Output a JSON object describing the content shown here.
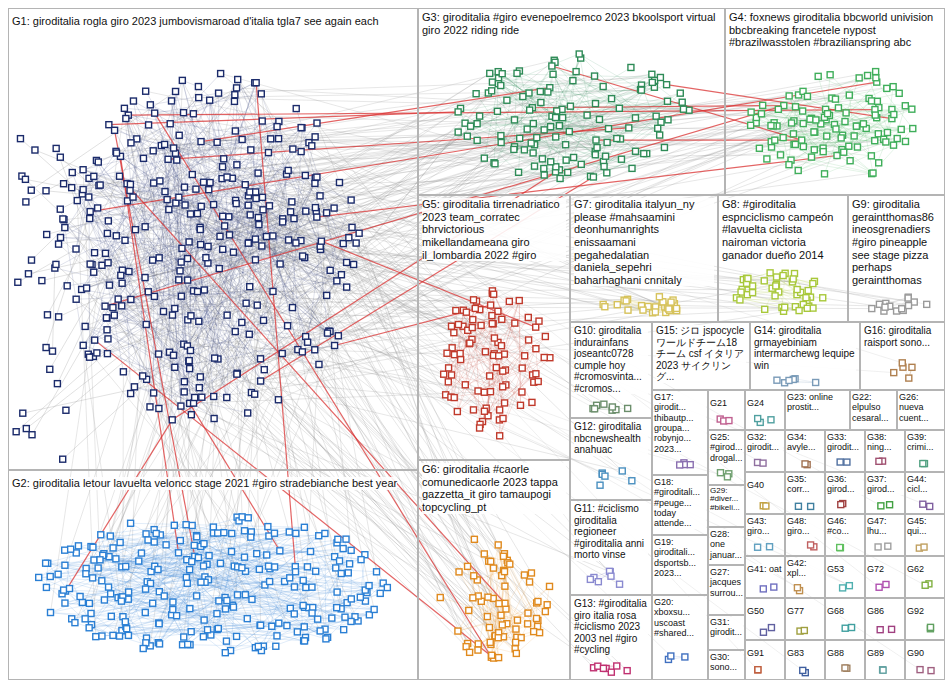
{
  "diagram": {
    "nodes": [
      {
        "text": [
          "G1: giroditalia rogla giro 2023 jumbovismaroad d'italia tgla7 see again each"
        ]
      },
      {
        "text": [
          "G3: giroditalia #giro evenepoelremco 2023 bkoolsport virtual giro 2022 riding ride"
        ]
      },
      {
        "text": [
          "G4: foxnews giroditalia bbcworld univision bbcbreaking francetele nypost #brazilwasstolen #brazilianspring abc"
        ]
      },
      {
        "text": [
          "G5: giroditalia tirrenadriatico 2023 team_corratec bhrvictorious mikellandameana giro il_lombardia 2022 #giro"
        ]
      },
      {
        "text": [
          "G7: giroditalia italyun_ny please #mahsaamini deonhumanrights enissaamani pegahedalatian daniela_sepehri baharhaghani cnnitaly"
        ]
      },
      {
        "text": [
          "G8: #giroditalia espnciclismo campeón #lavuelta ciclista nairoman victoria ganador dueño 2014"
        ]
      },
      {
        "text": [
          "G9: giroditalia geraintthomas86 ineosgrenadiers #giro pineapple see stage pizza perhaps geraintthomas"
        ]
      },
      {
        "text": [
          "G10: giroditalia indurainfans joseantc0728 cumple hoy #cromosvinta... #cromos..."
        ]
      },
      {
        "text": [
          "G15: ジロ jspocycle ワールドチーム18チーム csf イタリア2023 サイクリング..."
        ]
      },
      {
        "text": [
          "G14: giroditalia grmayebiniam intermarchewg lequipe win"
        ]
      },
      {
        "text": [
          "G16: giroditalia raisport sono..."
        ]
      },
      {
        "text": [
          "G17: girodit... thibautp... groupa... robynjo... 2023..."
        ]
      },
      {
        "text": [
          "G21"
        ]
      },
      {
        "text": [
          "G24"
        ]
      },
      {
        "text": [
          "G23: online prostit..."
        ]
      },
      {
        "text": [
          "G22: elpulso cesaral..."
        ]
      },
      {
        "text": [
          "G26: nueva cuent..."
        ]
      },
      {
        "text": [
          "G12: giroditalia nbcnewshealth anahuac"
        ]
      },
      {
        "text": [
          "G25: #girod... drogal..."
        ]
      },
      {
        "text": [
          "G32: girodit..."
        ]
      },
      {
        "text": [
          "G34: avyle..."
        ]
      },
      {
        "text": [
          "G33: girodit..."
        ]
      },
      {
        "text": [
          "G38: ning..."
        ]
      },
      {
        "text": [
          "G39: crimi..."
        ]
      },
      {
        "text": [
          "G29: #diver... #bikeli..."
        ]
      },
      {
        "text": [
          "G40"
        ]
      },
      {
        "text": [
          "G35: corr..."
        ]
      },
      {
        "text": [
          "G36: girod..."
        ]
      },
      {
        "text": [
          "G37: girod..."
        ]
      },
      {
        "text": [
          "G44: cicl..."
        ]
      },
      {
        "text": [
          "G18: #giroditali... #peuge... today attende..."
        ]
      },
      {
        "text": [
          "G11: #ciclismo giroditalia regioneer #giroditalia anni morto vinse"
        ]
      },
      {
        "text": [
          "G43: giro..."
        ]
      },
      {
        "text": [
          "G48: giro..."
        ]
      },
      {
        "text": [
          "G46: #co..."
        ]
      },
      {
        "text": [
          "G47: lhu..."
        ]
      },
      {
        "text": [
          "G45: qui..."
        ]
      },
      {
        "text": [
          "G28: one januar..."
        ]
      },
      {
        "text": [
          "G19: giroditali... dsportsb... 2023..."
        ]
      },
      {
        "text": [
          "G41: oat"
        ]
      },
      {
        "text": [
          "G42: xpl..."
        ]
      },
      {
        "text": [
          "G53"
        ]
      },
      {
        "text": [
          "G72"
        ]
      },
      {
        "text": [
          "G62"
        ]
      },
      {
        "text": [
          "G27: jacques surrou..."
        ]
      },
      {
        "text": [
          "G13: #giroditalia giro italia rosa #ciclismo 2023 2003 nel #giro #cycling"
        ]
      },
      {
        "text": [
          "G20: xboxsu... uscoast #shared..."
        ]
      },
      {
        "text": [
          "G50"
        ]
      },
      {
        "text": [
          "G77"
        ]
      },
      {
        "text": [
          "G68"
        ]
      },
      {
        "text": [
          "G86"
        ]
      },
      {
        "text": [
          "G92"
        ]
      },
      {
        "text": [
          "G31: girodit..."
        ]
      },
      {
        "text": [
          "G91"
        ]
      },
      {
        "text": [
          "G83"
        ]
      },
      {
        "text": [
          "G88"
        ]
      },
      {
        "text": [
          "G89"
        ]
      },
      {
        "text": [
          "G90"
        ]
      },
      {
        "text": [
          "G30: sono..."
        ]
      },
      {
        "text": [
          "G6: giroditalia #caorle comunedicaorle 2023 tappa gazzetta_it giro tamaupogi topcycling_pt"
        ]
      },
      {
        "text": [
          "G2: giroditalia letour lavuelta veloncc stage 2021 #giro stradebianche best year"
        ]
      }
    ]
  }
}
